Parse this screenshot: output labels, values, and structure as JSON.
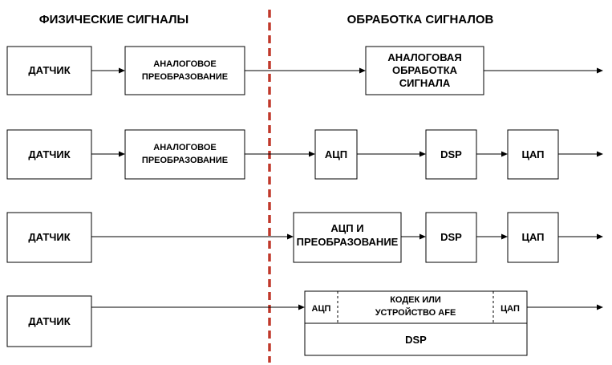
{
  "headers": {
    "left": "ФИЗИЧЕСКИЕ СИГНАЛЫ",
    "right": "ОБРАБОТКА СИГНАЛОВ"
  },
  "colors": {
    "divider": "#c0392b",
    "stroke": "#000000"
  },
  "rows": [
    {
      "sensor": "ДАТЧИК",
      "conversion": [
        "АНАЛОГОВОЕ",
        "ПРЕОБРАЗОВАНИЕ"
      ],
      "analog_processing": [
        "АНАЛОГОВАЯ",
        "ОБРАБОТКА",
        "СИГНАЛА"
      ]
    },
    {
      "sensor": "ДАТЧИК",
      "conversion": [
        "АНАЛОГОВОЕ",
        "ПРЕОБРАЗОВАНИЕ"
      ],
      "adc": "АЦП",
      "dsp": "DSP",
      "dac": "ЦАП"
    },
    {
      "sensor": "ДАТЧИК",
      "adc_conversion": [
        "АЦП И",
        "ПРЕОБРАЗОВАНИЕ"
      ],
      "dsp": "DSP",
      "dac": "ЦАП"
    },
    {
      "sensor": "ДАТЧИК",
      "adc": "АЦП",
      "codec": [
        "КОДЕК ИЛИ",
        "УСТРОЙСТВО AFE"
      ],
      "dac": "ЦАП",
      "dsp": "DSP"
    }
  ]
}
